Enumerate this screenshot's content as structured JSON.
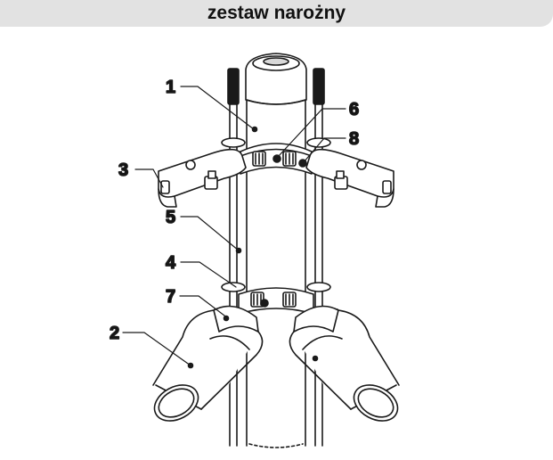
{
  "header": {
    "title": "zestaw narożny"
  },
  "labels": {
    "l1": "1",
    "l2": "2",
    "l3": "3",
    "l4": "4",
    "l5": "5",
    "l6": "6",
    "l7": "7",
    "l8": "8"
  },
  "colors": {
    "header_bg": "#e2e2e2",
    "stroke": "#1a1a1a",
    "fill": "#ffffff",
    "cap_shade": "#d8d8d8"
  }
}
